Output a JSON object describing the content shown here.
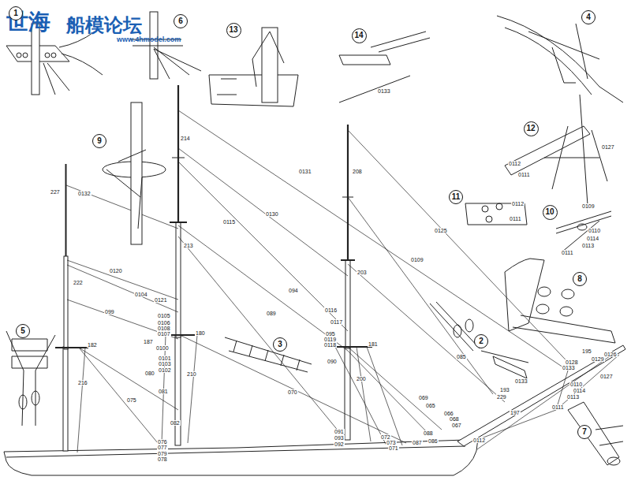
{
  "diagram": {
    "nodes": [
      {
        "text": [
          "1"
        ]
      },
      {
        "text": [
          "6"
        ]
      },
      {
        "text": [
          "13"
        ]
      },
      {
        "text": [
          "14"
        ]
      },
      {
        "text": [
          "4"
        ]
      },
      {
        "text": [
          "9"
        ]
      },
      {
        "text": [
          "12"
        ]
      },
      {
        "text": [
          "11"
        ]
      },
      {
        "text": [
          "10"
        ]
      },
      {
        "text": [
          "8"
        ]
      },
      {
        "text": [
          "2"
        ]
      },
      {
        "text": [
          "3"
        ]
      },
      {
        "text": [
          "5"
        ]
      },
      {
        "text": [
          "7"
        ]
      }
    ],
    "labels": [
      "世海",
      "船模论坛",
      "www.4hmodel.com",
      "227",
      "0132",
      "214",
      "0131",
      "208",
      "0130",
      "0115",
      "0125",
      "0109",
      "222",
      "213",
      "203",
      "0120",
      "0104",
      "0121",
      "094",
      "099",
      "089",
      "0116",
      "0105",
      "0117",
      "0106",
      "0108",
      "0107",
      "180",
      "095",
      "0119",
      "0118",
      "181",
      "187",
      "182",
      "0100",
      "0101",
      "0103",
      "0102",
      "210",
      "090",
      "200",
      "080",
      "081",
      "070",
      "075",
      "216",
      "082",
      "085",
      "069",
      "065",
      "066",
      "068",
      "067",
      "229",
      "193",
      "197",
      "0112",
      "0133",
      "0133",
      "195",
      "0126",
      "0129",
      "0128",
      "0127",
      "0110",
      "0114",
      "0113",
      "0111",
      "076",
      "077",
      "079",
      "078",
      "091",
      "093",
      "092",
      "072",
      "073",
      "071",
      "088",
      "087",
      "086",
      "0133",
      "0112",
      "0111",
      "0127",
      "0112",
      "0111",
      "0109",
      "0110",
      "0114",
      "0113",
      "0111"
    ]
  }
}
